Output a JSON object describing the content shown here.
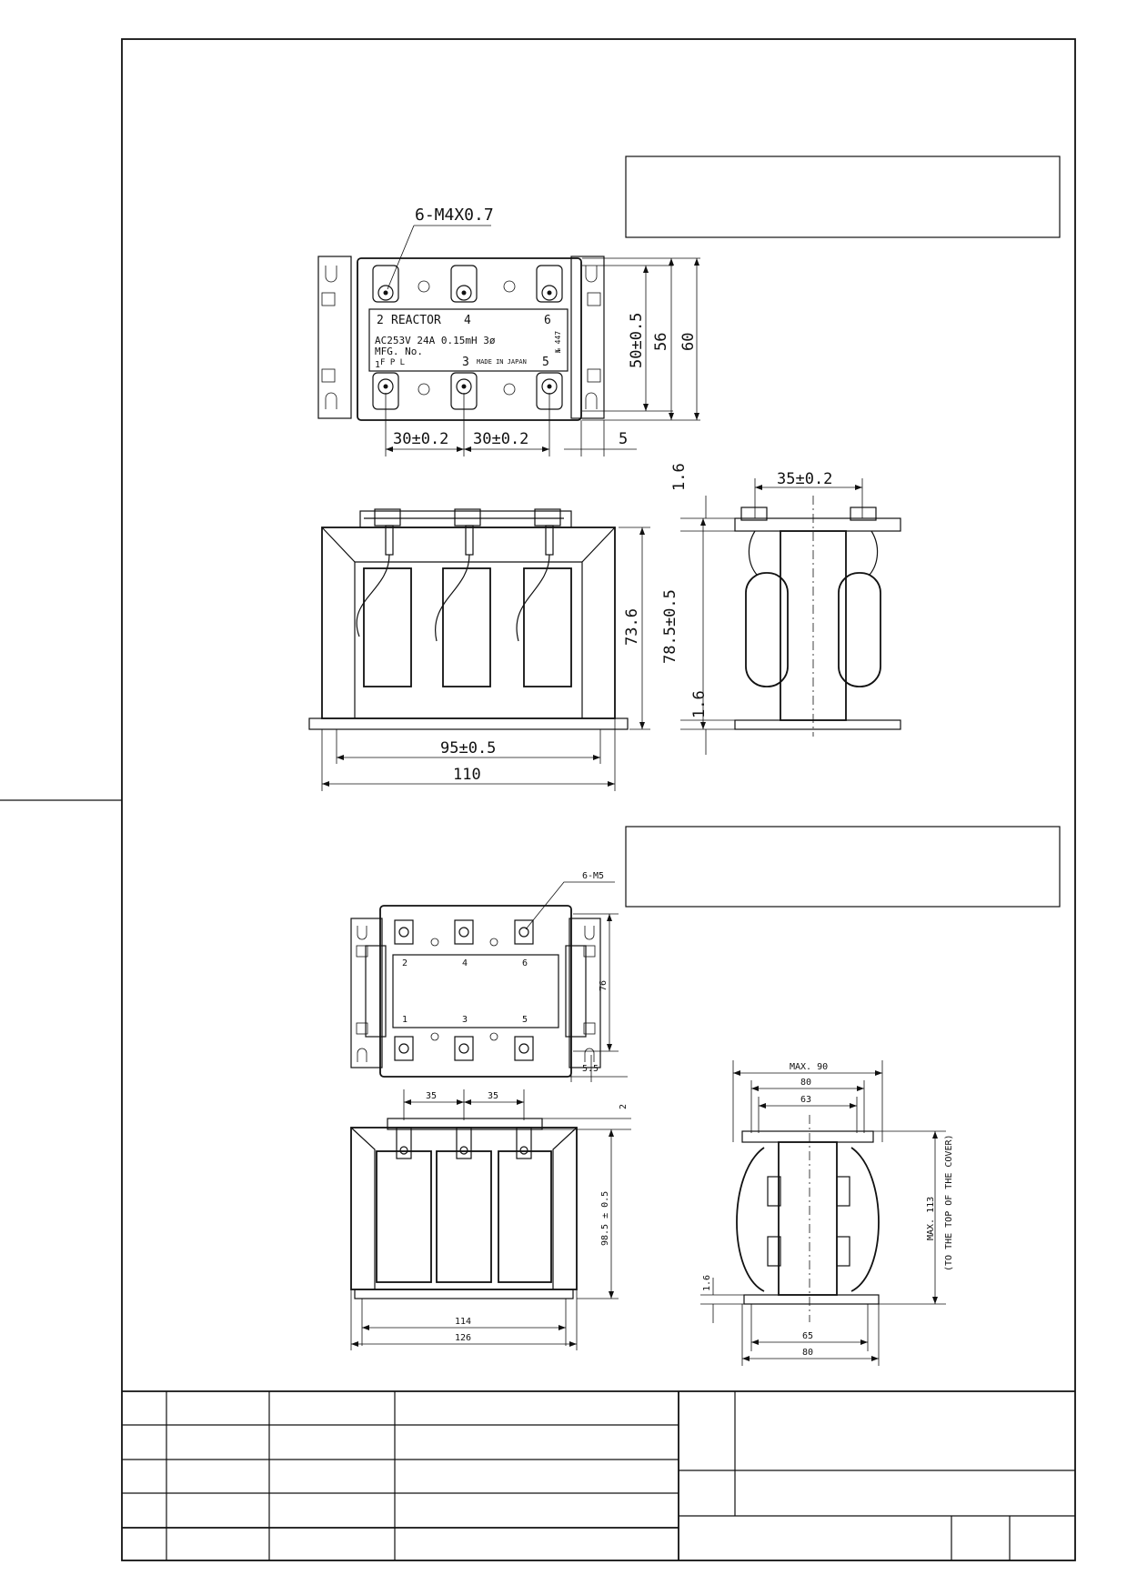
{
  "reactor_a": {
    "callout": "6-M4X0.7",
    "plate_line1_num_left": "2",
    "plate_line1_word": "REACTOR",
    "plate_line1_num_mid": "4",
    "plate_line1_num_right": "6",
    "plate_spec": "AC253V 24A 0.15mH 3ø",
    "plate_mfg": "MFG. No.",
    "plate_maker": "F P L",
    "plate_serial": "№ 447",
    "plate_bottom_left": "1",
    "plate_bottom_mid": "3",
    "plate_made": "MADE IN JAPAN",
    "plate_bottom_right": "5",
    "dim_pitch_1": "30±0.2",
    "dim_pitch_2": "30±0.2",
    "dim_edge": "5",
    "dim_hole_pitch": "50±0.5",
    "dim_56": "56",
    "dim_60": "60",
    "dim_plate_top": "1.6",
    "dim_side_width": "35±0.2",
    "dim_front_height": "73.6",
    "dim_side_height": "78.5±0.5",
    "dim_plate_bottom": "1.6",
    "dim_mount": "95±0.5",
    "dim_width": "110"
  },
  "reactor_b": {
    "callout": "6-M5",
    "term_2": "2",
    "term_4": "4",
    "term_6": "6",
    "term_1": "1",
    "term_3": "3",
    "term_5": "5",
    "dim_76": "76",
    "dim_5_5": "5.5",
    "dim_35a": "35",
    "dim_35b": "35",
    "dim_2": "2",
    "dim_height": "98.5 ± 0.5",
    "dim_114": "114",
    "dim_126": "126",
    "dim_max90": "MAX. 90",
    "dim_80top": "80",
    "dim_63": "63",
    "dim_max113": "MAX. 113",
    "dim_cover": "(TO THE TOP OF THE COVER)",
    "dim_1_6": "1.6",
    "dim_65": "65",
    "dim_80bot": "80"
  }
}
